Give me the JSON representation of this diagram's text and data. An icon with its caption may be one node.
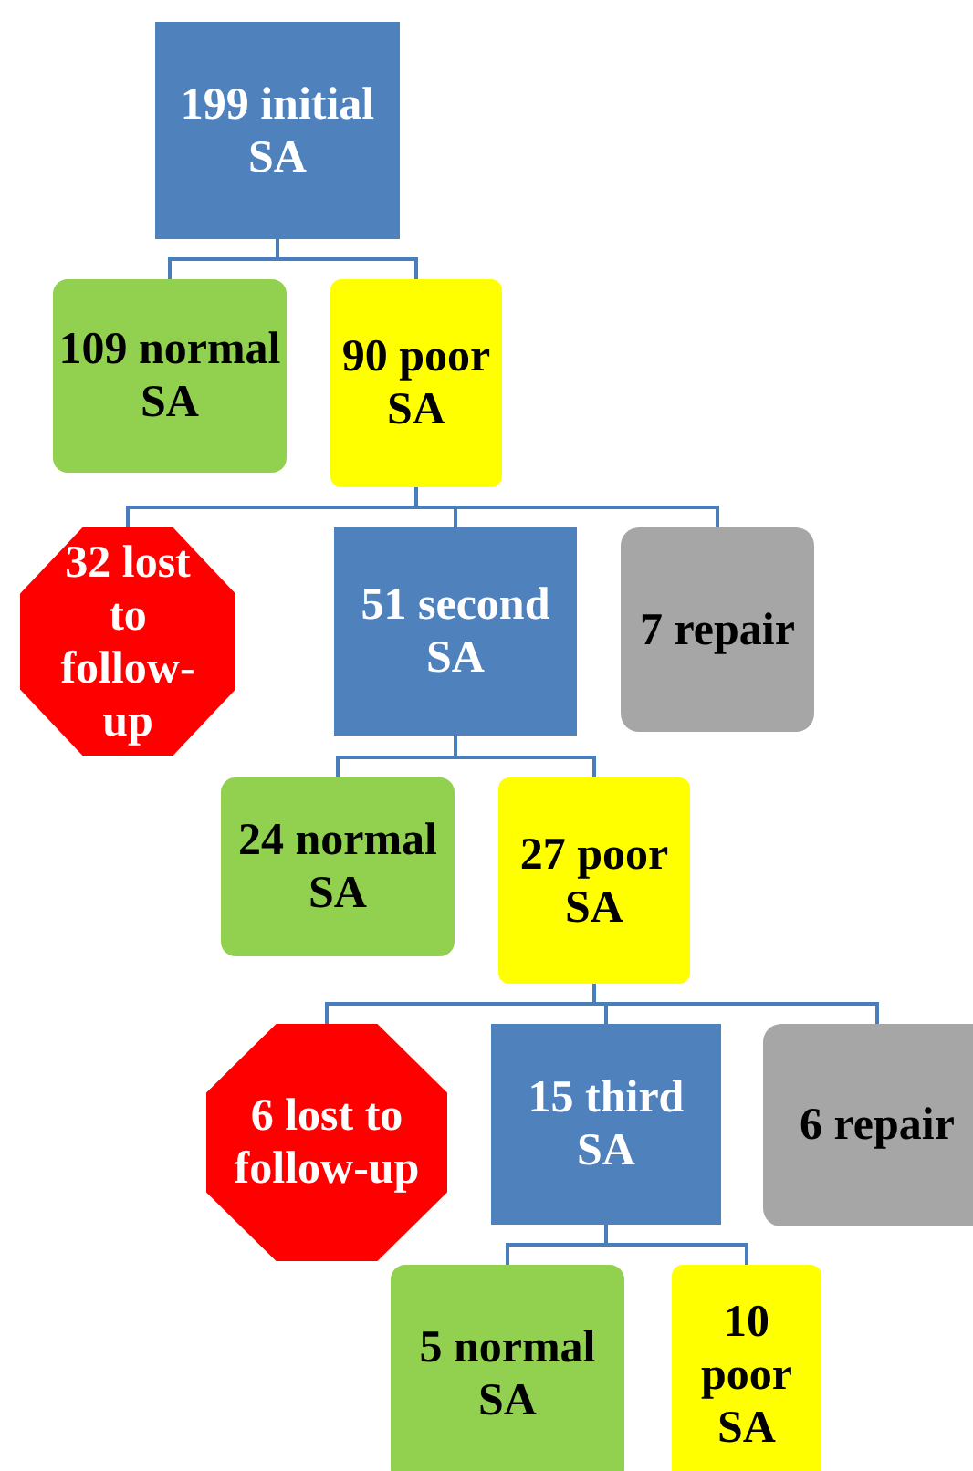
{
  "diagram": {
    "nodes": [
      {
        "text": [
          "199 initial SA"
        ]
      },
      {
        "text": [
          "109 normal SA"
        ]
      },
      {
        "text": [
          "90 poor SA"
        ]
      },
      {
        "text": [
          "32 lost to follow-up"
        ]
      },
      {
        "text": [
          "51 second SA"
        ]
      },
      {
        "text": [
          "7 repair"
        ]
      },
      {
        "text": [
          "24 normal SA"
        ]
      },
      {
        "text": [
          "27 poor SA"
        ]
      },
      {
        "text": [
          "6 lost to follow-up"
        ]
      },
      {
        "text": [
          "15 third SA"
        ]
      },
      {
        "text": [
          "6 repair"
        ]
      },
      {
        "text": [
          "5 normal SA"
        ]
      },
      {
        "text": [
          "10 poor SA"
        ]
      }
    ],
    "edges": [
      {
        "from": 0,
        "to": 1,
        "arrow": "none"
      },
      {
        "from": 0,
        "to": 2,
        "arrow": "none"
      },
      {
        "from": 2,
        "to": 3,
        "arrow": "none"
      },
      {
        "from": 2,
        "to": 4,
        "arrow": "none"
      },
      {
        "from": 2,
        "to": 5,
        "arrow": "none"
      },
      {
        "from": 4,
        "to": 6,
        "arrow": "none"
      },
      {
        "from": 4,
        "to": 7,
        "arrow": "none"
      },
      {
        "from": 7,
        "to": 8,
        "arrow": "none"
      },
      {
        "from": 7,
        "to": 9,
        "arrow": "none"
      },
      {
        "from": 7,
        "to": 10,
        "arrow": "none"
      },
      {
        "from": 9,
        "to": 11,
        "arrow": "none"
      },
      {
        "from": 9,
        "to": 12,
        "arrow": "none"
      }
    ]
  }
}
